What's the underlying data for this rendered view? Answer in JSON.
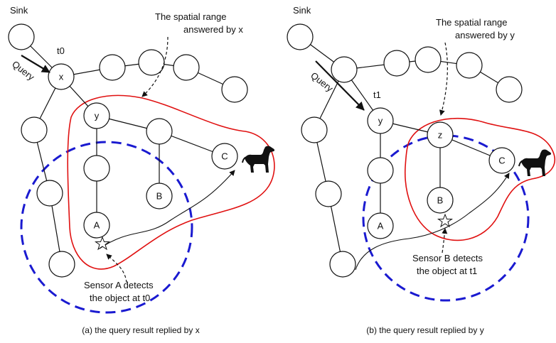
{
  "left": {
    "sink_label": "Sink",
    "time_label": "t0",
    "query_label": "Query",
    "range_callout": [
      "The spatial range",
      "answered by x"
    ],
    "detect_callout": [
      "Sensor A detects",
      "the object at t0"
    ],
    "caption": "(a) the query result replied by x",
    "node_labels": {
      "x": "x",
      "y": "y",
      "A": "A",
      "B": "B",
      "C": "C"
    }
  },
  "right": {
    "sink_label": "Sink",
    "time_label": "t1",
    "query_label": "Query",
    "range_callout": [
      "The spatial range",
      "answered by y"
    ],
    "detect_callout": [
      "Sensor B detects",
      "the object at t1"
    ],
    "caption": "(b) the query result replied by y",
    "node_labels": {
      "y": "y",
      "z": "z",
      "A": "A",
      "B": "B",
      "C": "C"
    }
  },
  "icons": [
    "dog-icon",
    "star-marker-icon"
  ],
  "colors": {
    "spatial_range": "#e01010",
    "communication_range": "#1a1ad0"
  }
}
